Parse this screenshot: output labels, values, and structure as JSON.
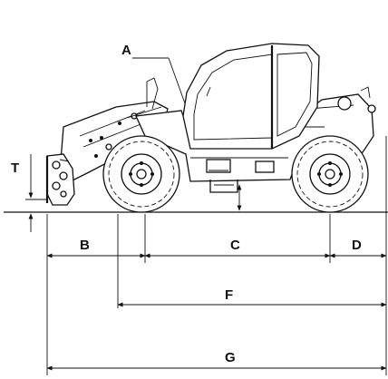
{
  "labels": {
    "a": "A",
    "t": "T",
    "b": "B",
    "c": "C",
    "d": "D",
    "f": "F",
    "g": "G"
  }
}
